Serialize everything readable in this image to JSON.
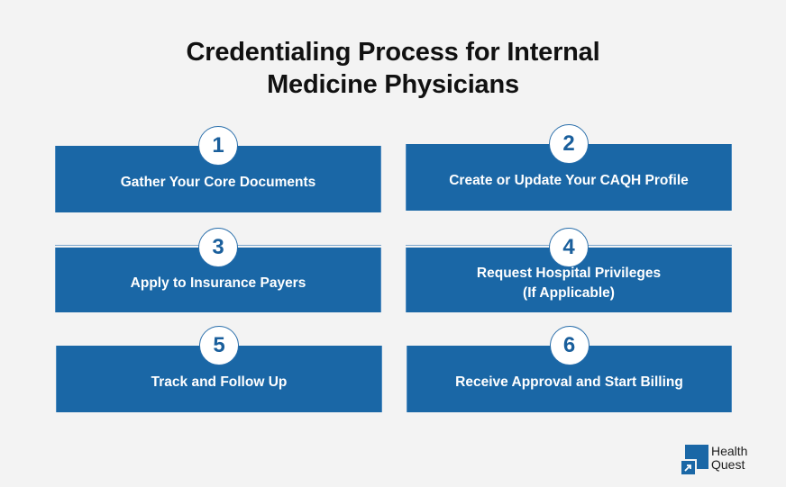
{
  "title": {
    "line1": "Credentialing Process for Internal",
    "line2": "Medicine Physicians"
  },
  "steps": [
    {
      "number": "1",
      "label": "Gather Your Core Documents"
    },
    {
      "number": "2",
      "label": "Create or Update Your CAQH Profile"
    },
    {
      "number": "3",
      "label": "Apply to Insurance Payers"
    },
    {
      "number": "4",
      "label_line1": "Request Hospital Privileges",
      "label_line2": "(If Applicable)"
    },
    {
      "number": "5",
      "label": "Track and Follow Up"
    },
    {
      "number": "6",
      "label": "Receive Approval and Start Billing"
    }
  ],
  "logo": {
    "line1": "Health",
    "line2": "Quest",
    "icon": "arrow-up-right-icon"
  },
  "colors": {
    "background": "#f3f3f3",
    "card": "#1a67a6",
    "badge_text": "#1a5f9c",
    "title": "#111111"
  }
}
